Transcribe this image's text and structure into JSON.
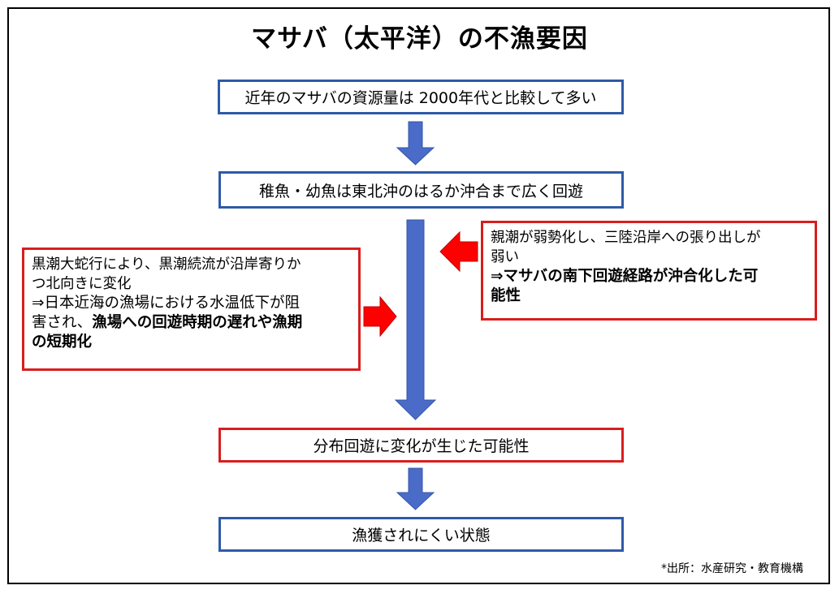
{
  "title": "マサバ（太平洋）の不漁要因",
  "flow": {
    "step1": "近年のマサバの資源量は 2000年代と比較して多い",
    "step2": "稚魚・幼魚は東北沖のはるか沖合まで広く回遊",
    "step3": "分布回遊に変化が生じた可能性",
    "step4": "漁獲されにくい状態"
  },
  "left_note": {
    "line1": "黒潮大蛇行により、黒潮続流が沿岸寄りか",
    "line2": "つ北向きに変化",
    "line3": "⇒日本近海の漁場における水温低下が阻",
    "line4_plain": "害され、",
    "line4_bold": "漁場への回遊時期の遅れや漁期",
    "line5_bold": "の短期化"
  },
  "right_note": {
    "line1": "親潮が弱勢化し、三陸沿岸への張り出しが",
    "line2": "弱い",
    "line3_bold": "⇒マサバの南下回遊経路が沖合化した可",
    "line4_bold": "能性"
  },
  "source": "*出所：水産研究・教育機構",
  "colors": {
    "blue_border": "#2e5aa8",
    "red_border": "#d81e1e",
    "arrow_blue": "#4a6cc8",
    "arrow_red": "#ff0000"
  },
  "icons": [
    "arrow-down-icon",
    "arrow-right-icon",
    "arrow-left-icon"
  ]
}
